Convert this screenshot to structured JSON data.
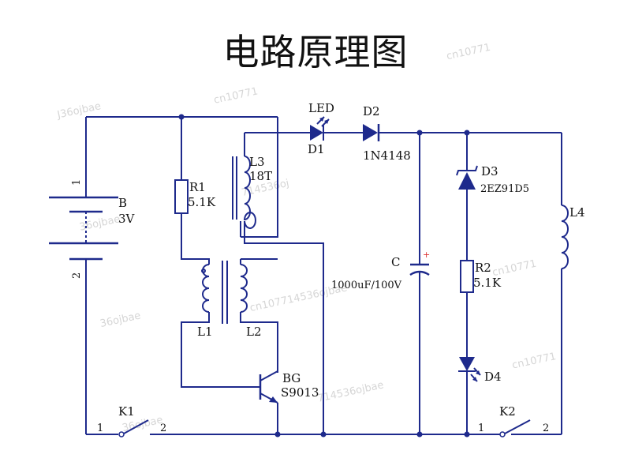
{
  "title": "电路原理图",
  "watermarks": [
    "J36ojbae",
    "cn10771",
    "cn10771",
    "36ojbae",
    "714536oj",
    "36ojbae",
    "cn107714536ojbae",
    "cn10771",
    "36ojbae",
    "714536ojbae",
    "cn10771"
  ],
  "components": {
    "battery": {
      "ref": "B",
      "value": "3V",
      "pin1": "1",
      "pin2": "2"
    },
    "r1": {
      "ref": "R1",
      "value": "5.1K"
    },
    "l3": {
      "ref": "L3",
      "value": "18T"
    },
    "l1": {
      "ref": "L1"
    },
    "l2": {
      "ref": "L2"
    },
    "bg": {
      "ref": "BG",
      "value": "S9013"
    },
    "led": {
      "ref": "D1",
      "label": "LED"
    },
    "d2": {
      "ref": "D2",
      "value": "1N4148"
    },
    "c": {
      "ref": "C",
      "value": "1000uF/100V",
      "polarity": "+"
    },
    "d3": {
      "ref": "D3",
      "value": "2EZ91D5"
    },
    "r2": {
      "ref": "R2",
      "value": "5.1K"
    },
    "d4": {
      "ref": "D4"
    },
    "l4": {
      "ref": "L4"
    },
    "k1": {
      "ref": "K1",
      "pin1": "1",
      "pin2": "2"
    },
    "k2": {
      "ref": "K2",
      "pin1": "1",
      "pin2": "2"
    }
  }
}
